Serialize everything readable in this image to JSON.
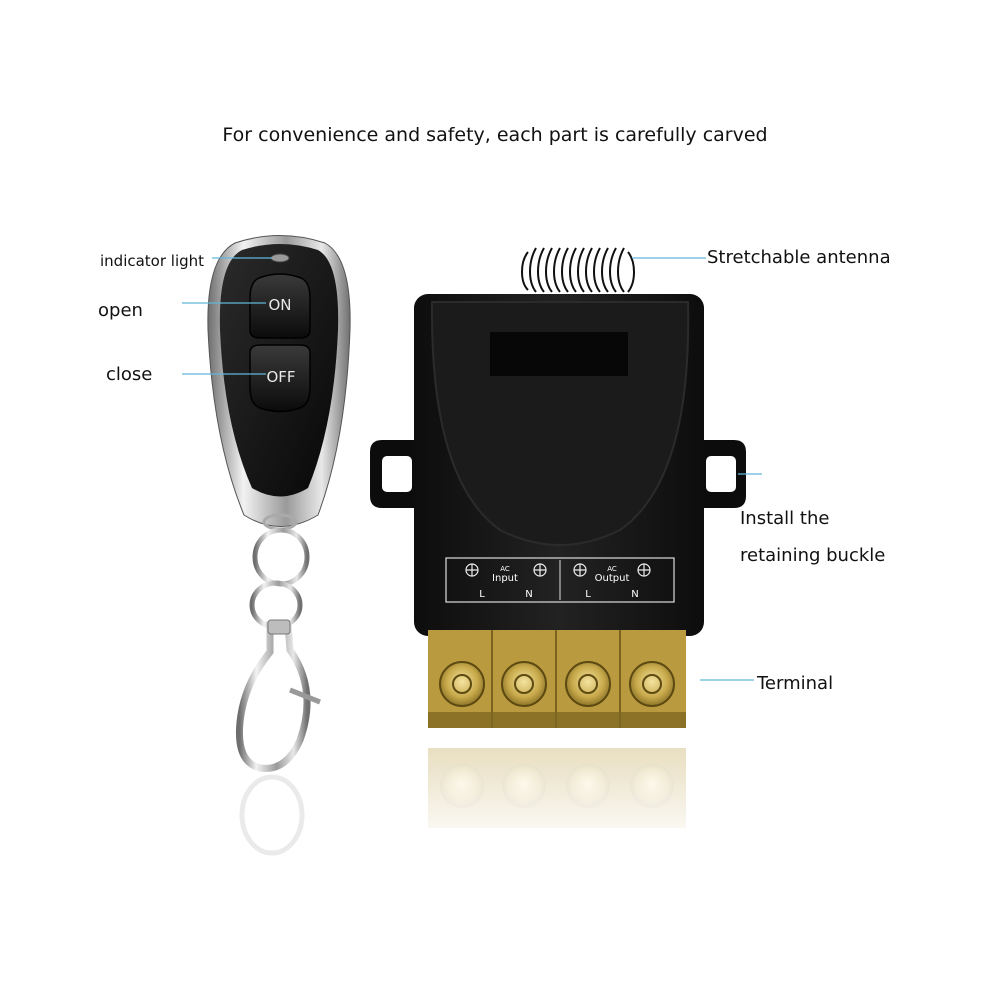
{
  "headline": "For convenience and safety, each part is carefully carved",
  "callouts": {
    "indicator_light": "indicator light",
    "open": "open",
    "close": "close",
    "antenna": "Stretchable antenna",
    "buckle_line1": "Install the",
    "buckle_line2": "retaining buckle",
    "terminal": "Terminal"
  },
  "remote": {
    "on_label": "ON",
    "off_label": "OFF"
  },
  "receiver": {
    "input_tag": "AC",
    "input_label": "Input",
    "output_tag": "AC",
    "output_label": "Output",
    "live_label": "L",
    "neutral_label": "N"
  },
  "colors": {
    "leader_line": "#5fb8da",
    "housing": "#141414",
    "terminal_brass": "#c9ad4f"
  }
}
